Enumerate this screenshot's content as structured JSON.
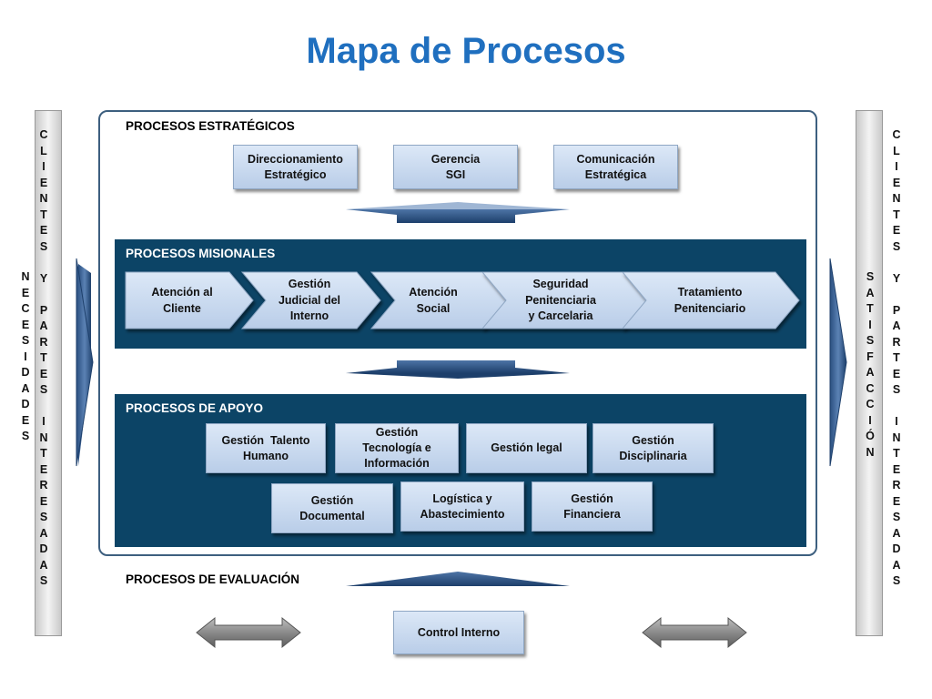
{
  "title": "Mapa de Procesos",
  "left_bar": {
    "outer": "C\nL\nI\nE\nN\nT\nE\nS\n\nY\n\nP\nA\nR\nT\nE\nS\n\nI\nN\nT\nE\nR\nE\nS\nA\nD\nA\nS",
    "needs": "N\nE\nC\nE\nS\nI\nD\nA\nD\nE\nS"
  },
  "right_bar": {
    "outer": "C\nL\nI\nE\nN\nT\nE\nS\n\nY\n\nP\nA\nR\nT\nE\nS\n\nI\nN\nT\nE\nR\nE\nS\nA\nD\nA\nS",
    "satisfaction": "S\nA\nT\nI\nS\nF\nA\nC\nC\nI\nÓ\nN"
  },
  "strategic": {
    "label": "PROCESOS ESTRATÉGICOS",
    "items": [
      "Direccionamiento\nEstratégico",
      "Gerencia\nSGI",
      "Comunicación\nEstratégica"
    ]
  },
  "missional": {
    "label": "PROCESOS MISIONALES",
    "items": [
      "Atención al\nCliente",
      "Gestión\nJudicial del\nInterno",
      "Atención\nSocial",
      "Seguridad\nPenitenciaria\ny Carcelaria",
      "Tratamiento\nPenitenciario"
    ]
  },
  "support": {
    "label": "PROCESOS DE APOYO",
    "row1": [
      "Gestión  Talento\nHumano",
      "Gestión\nTecnología e\nInformación",
      "Gestión legal",
      "Gestión\nDisciplinaria"
    ],
    "row2": [
      "Gestión\nDocumental",
      "Logística y\nAbastecimiento",
      "Gestión\nFinanciera"
    ]
  },
  "evaluation": {
    "label": "PROCESOS DE EVALUACIÓN",
    "items": [
      "Control Interno"
    ]
  },
  "colors": {
    "title": "#1f6fbf",
    "band": "#0c4466",
    "box_top": "#dce8f7",
    "box_bottom": "#b9cde8",
    "arrow": "#1d3f6b"
  }
}
